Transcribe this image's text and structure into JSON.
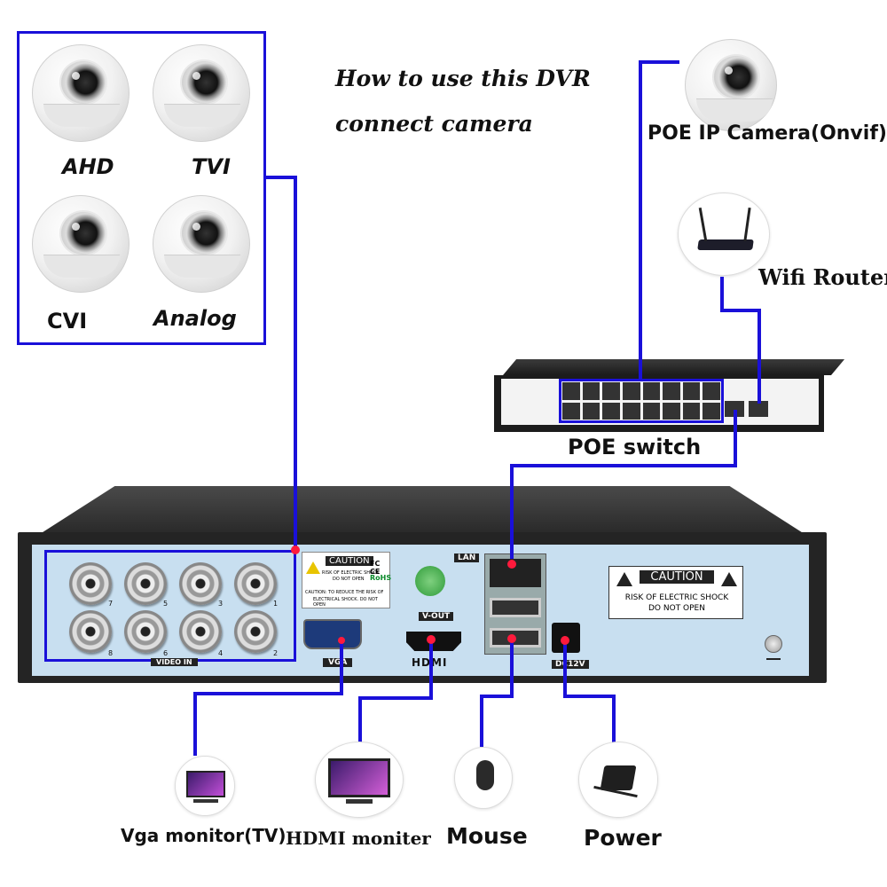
{
  "title": {
    "line1": "How  to use this DVR",
    "line2": "connect camera"
  },
  "cameras": [
    {
      "label": "AHD"
    },
    {
      "label": "TVI"
    },
    {
      "label": "CVI"
    },
    {
      "label": "Analog"
    }
  ],
  "poe_camera": {
    "label": "POE IP Camera(Onvif)"
  },
  "router": {
    "label": "Wifi Router"
  },
  "switch": {
    "label": "POE switch"
  },
  "dvr": {
    "lan": "LAN",
    "vout": "V-OUT",
    "vga": "VGA",
    "hdmi": "HDMI",
    "dc": "DC12V",
    "video_in": "VIDEO IN",
    "caution": "CAUTION",
    "caution_text": "RISK OF ELECTRIC SHOCK",
    "caution_text2": "DO NOT OPEN",
    "small_caution": "CAUTION",
    "small_text1": "RISK OF ELECTRIC SHOCK",
    "small_text2": "DO NOT OPEN",
    "small_text3": "CAUTION: TO REDUCE THE RISK OF",
    "small_text4": "ELECTRICAL SHOCK. DO NOT OPEN",
    "rohs": "RoHS",
    "fc": "FC CE",
    "channels": [
      "7",
      "5",
      "3",
      "1",
      "8",
      "6",
      "4",
      "2"
    ]
  },
  "devices": [
    {
      "label": "Vga monitor(TV)"
    },
    {
      "label": "HDMI moniter"
    },
    {
      "label": "Mouse"
    },
    {
      "label": "Power"
    }
  ],
  "colors": {
    "wire": "#1a10d9",
    "dot": "#ff1a3c",
    "panel": "#c8dff0",
    "chassis": "#2a2a2a"
  }
}
